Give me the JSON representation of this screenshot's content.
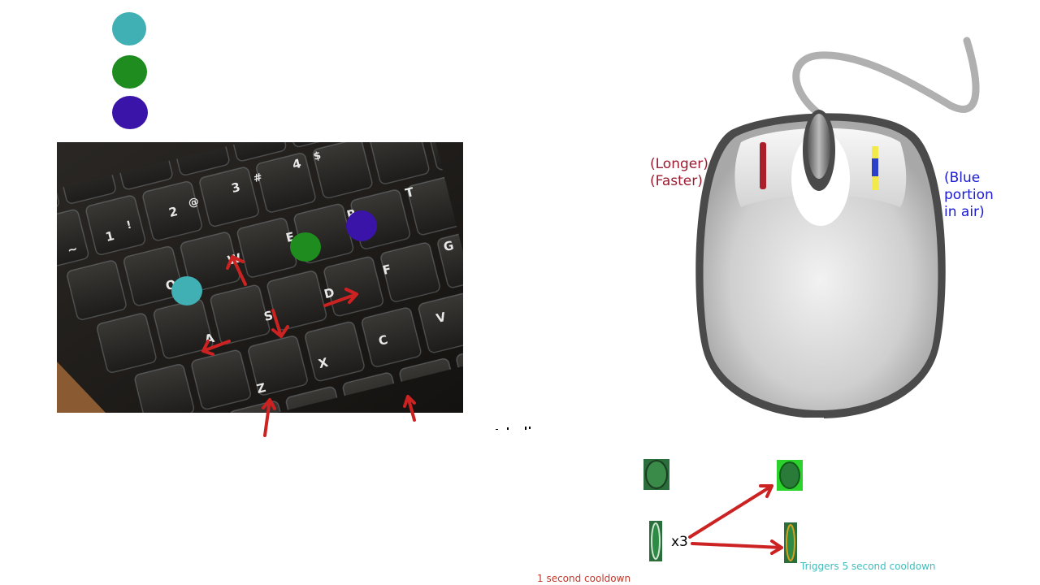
{
  "legend": {
    "colors": [
      "#40b0b4",
      "#1e8c1e",
      "#3a14a8"
    ]
  },
  "keyboard": {
    "keys": [
      {
        "id": "tilde",
        "label": "~"
      },
      {
        "id": "1",
        "label": "1"
      },
      {
        "id": "2",
        "label": "2"
      },
      {
        "id": "3",
        "label": "3"
      },
      {
        "id": "4",
        "label": "4"
      },
      {
        "id": "q",
        "label": "Q"
      },
      {
        "id": "w",
        "label": "W"
      },
      {
        "id": "e",
        "label": "E"
      },
      {
        "id": "r",
        "label": "R"
      },
      {
        "id": "t",
        "label": "T"
      },
      {
        "id": "a",
        "label": "A"
      },
      {
        "id": "s",
        "label": "S"
      },
      {
        "id": "d",
        "label": "D"
      },
      {
        "id": "f",
        "label": "F"
      },
      {
        "id": "g",
        "label": "G"
      },
      {
        "id": "z",
        "label": "Z"
      },
      {
        "id": "x",
        "label": "X"
      },
      {
        "id": "c",
        "label": "C"
      },
      {
        "id": "v",
        "label": "V"
      }
    ],
    "shift_symbols": {
      "1": "!",
      "2": "@",
      "3": "#",
      "4": "$"
    }
  },
  "mouse": {
    "left_label_line1": "(Longer)",
    "left_label_line2": "(Faster)",
    "right_label_line1": "(Blue",
    "right_label_line2": "portion",
    "right_label_line3": "in air)"
  },
  "abilities": {
    "multiplier": "x3",
    "cooldown_short": "1 second cooldown",
    "cooldown_long": "Triggers 5 second cooldown"
  },
  "colors": {
    "teal": "#40b0b4",
    "green": "#1e8c1e",
    "purple": "#3a14a8",
    "arrow_red": "#cc2222",
    "dark_red_text": "#9b1b30",
    "blue_text": "#1b1bd6"
  }
}
